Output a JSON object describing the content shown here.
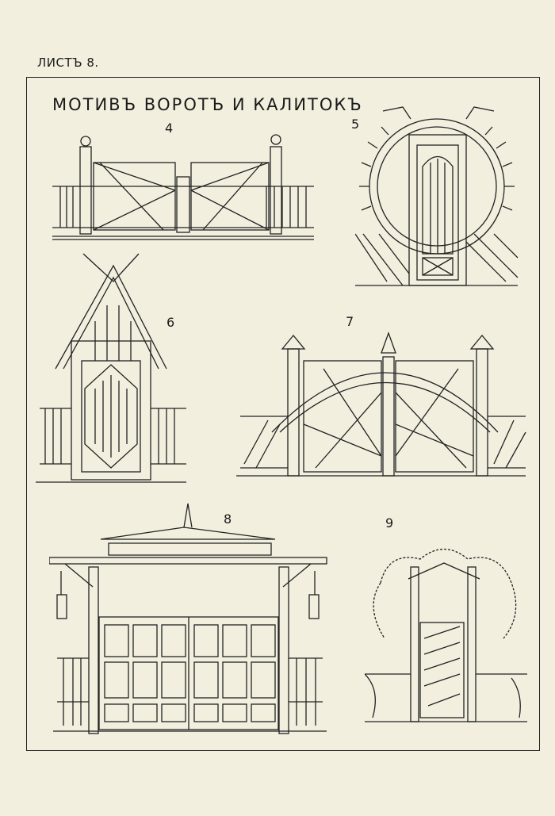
{
  "sheet_label": "ЛИСТЪ 8.",
  "title": "МОТИВЪ ВОРОТЪ И КАЛИТОКЪ",
  "figures": [
    {
      "number": "4"
    },
    {
      "number": "5"
    },
    {
      "number": "6"
    },
    {
      "number": "7"
    },
    {
      "number": "8"
    },
    {
      "number": "9"
    }
  ]
}
